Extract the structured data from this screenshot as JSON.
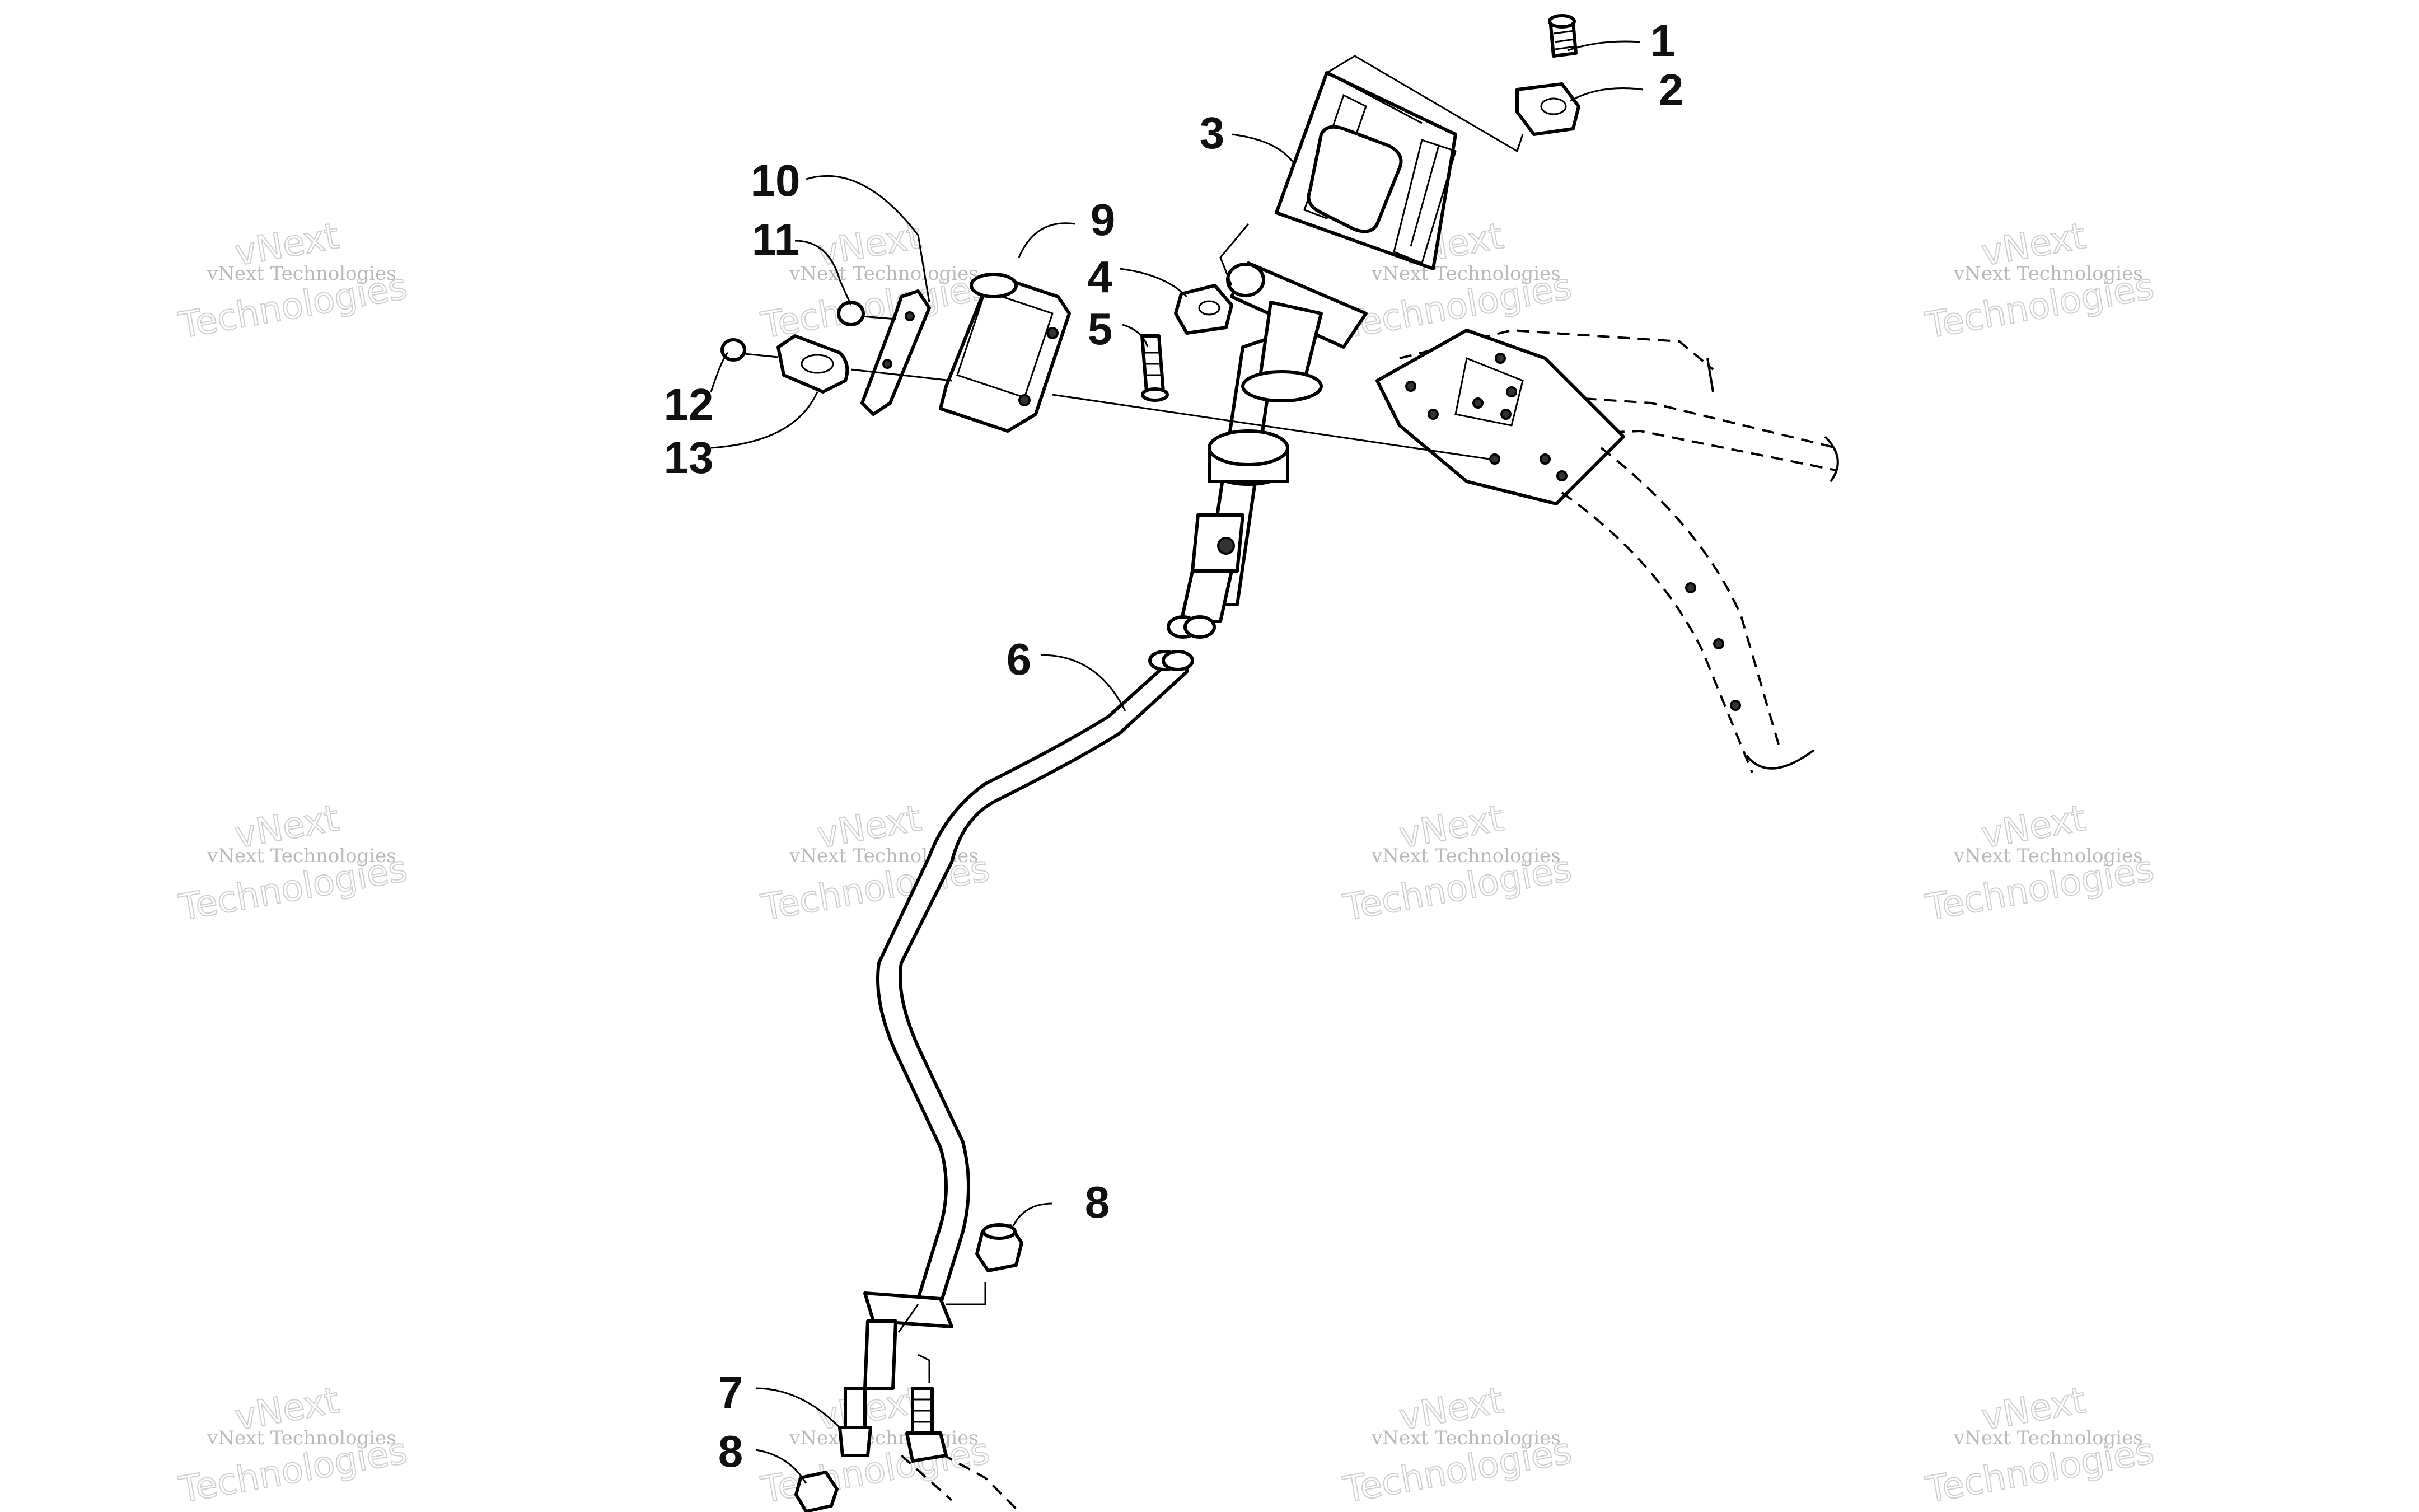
{
  "diagram": {
    "callouts": [
      "1",
      "2",
      "3",
      "4",
      "5",
      "6",
      "7",
      "8",
      "9",
      "10",
      "11",
      "12",
      "13",
      "8"
    ],
    "watermark": {
      "line_small": "vNext Technologies",
      "line_top": "vNext",
      "line_big": "Technologies"
    },
    "colors": {
      "line": "#000000",
      "watermark": "#bdbdbd",
      "background": "#ffffff"
    }
  }
}
